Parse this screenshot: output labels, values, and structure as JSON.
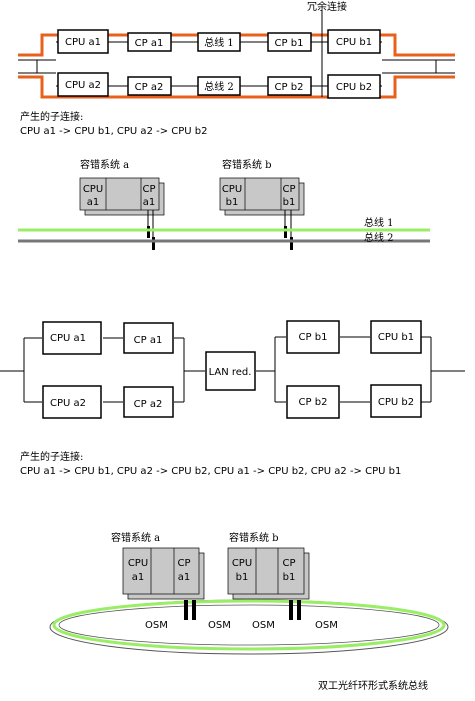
{
  "diagram1": {
    "redundant_label": "冗余连接",
    "boxes": {
      "cpu_a1": "CPU a1",
      "cp_a1": "CP a1",
      "bus1": "总线 1",
      "cp_b1": "CP b1",
      "cpu_b1": "CPU b1",
      "cpu_a2": "CPU a2",
      "cp_a2": "CP a2",
      "bus2": "总线 2",
      "cp_b2": "CP b2",
      "cpu_b2": "CPU b2"
    },
    "subconn_title": "产生的子连接:",
    "subconn_text": "CPU a1 -> CPU b1, CPU a2 -> CPU b2",
    "colors": {
      "redundant": "#e8601c"
    }
  },
  "rack1": {
    "system_a": "容错系统 a",
    "system_b": "容错系统 b",
    "cpu_a_lines": [
      "CPU",
      "a1"
    ],
    "cp_a_lines": [
      "CP",
      "a1"
    ],
    "cpu_b_lines": [
      "CPU",
      "b1"
    ],
    "cp_b_lines": [
      "CP",
      "b1"
    ],
    "bus1": "总线 1",
    "bus2": "总线 2",
    "colors": {
      "bus1": "#99ee66",
      "bus2": "#777777",
      "module": "#c8c8c8"
    }
  },
  "diagram2": {
    "boxes": {
      "cpu_a1": "CPU a1",
      "cp_a1": "CP a1",
      "cpu_a2": "CPU a2",
      "cp_a2": "CP a2",
      "lan": "LAN red.",
      "cp_b1": "CP b1",
      "cpu_b1": "CPU b1",
      "cp_b2": "CP b2",
      "cpu_b2": "CPU b2"
    },
    "subconn_title": "产生的子连接:",
    "subconn_text": "CPU a1 -> CPU b1, CPU a2 -> CPU b2, CPU a1 -> CPU b2, CPU a2 -> CPU b1"
  },
  "rack2": {
    "system_a": "容错系统 a",
    "system_b": "容错系统 b",
    "cpu_a_lines": [
      "CPU",
      "a1"
    ],
    "cp_a_lines": [
      "CP",
      "a1"
    ],
    "cpu_b_lines": [
      "CPU",
      "b1"
    ],
    "cp_b_lines": [
      "CP",
      "b1"
    ],
    "osm_labels": [
      "OSM",
      "OSM",
      "OSM",
      "OSM"
    ],
    "caption": "双工光纤环形式系统总线",
    "colors": {
      "ring": "#99ee66"
    }
  }
}
